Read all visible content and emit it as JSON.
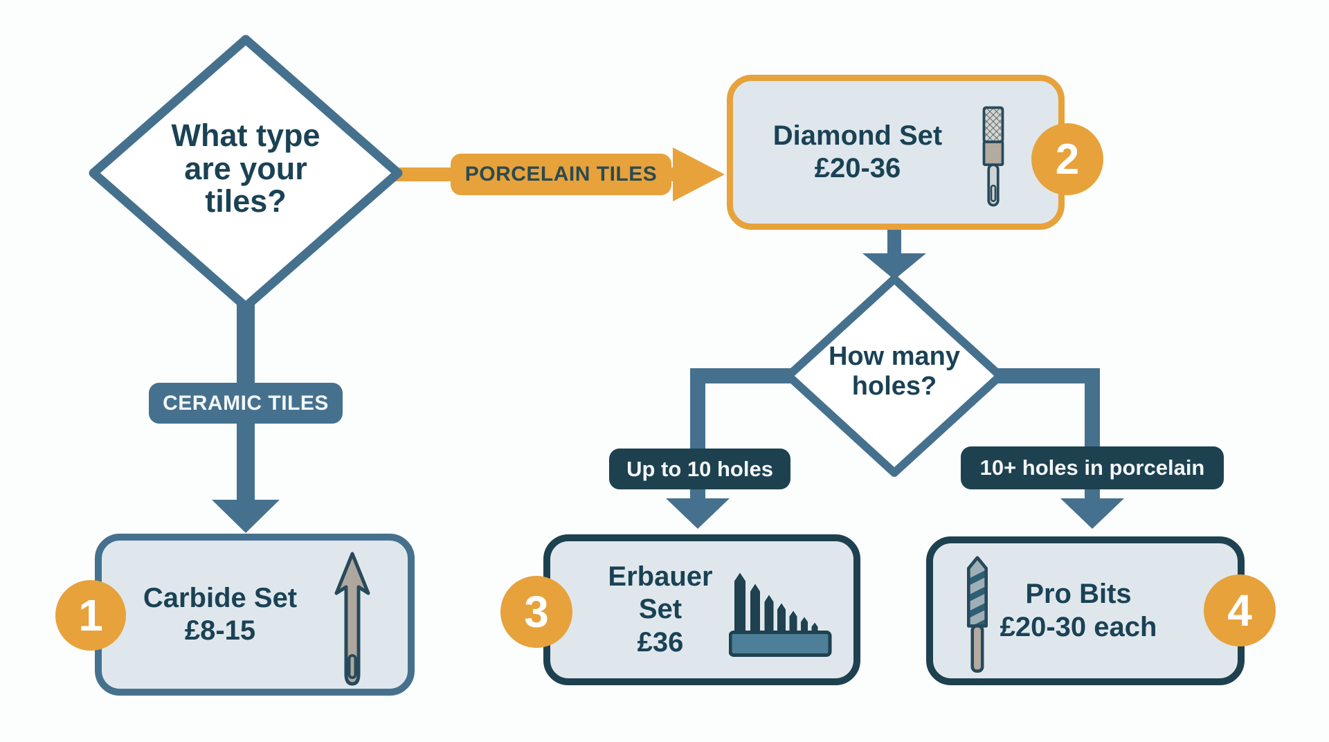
{
  "diagram": {
    "title_context": "Tile drilling bit decision flowchart",
    "colors": {
      "background": "#fcfdfd",
      "steel_blue": "#45718e",
      "dark_navy": "#1e4150",
      "orange": "#e7a23b",
      "box_fill": "#dfe7ed",
      "text_dark": "#1a4254",
      "label_text_light": "#f4f7f8"
    },
    "decision_1": {
      "lines": [
        "What type",
        "are your",
        "tiles?"
      ]
    },
    "decision_2": {
      "lines": [
        "How many",
        "holes?"
      ]
    },
    "edges": {
      "porcelain_label": "PORCELAIN TILES",
      "ceramic_label": "CERAMIC TILES",
      "up_to_10_label": "Up to 10 holes",
      "ten_plus_label": "10+ holes in porcelain"
    },
    "results": [
      {
        "badge": "1",
        "title": "Carbide Set",
        "price": "£8-15",
        "icon": "spear-point-bit-icon"
      },
      {
        "badge": "2",
        "title": "Diamond Set",
        "price": "£20-36",
        "icon": "diamond-core-bit-icon"
      },
      {
        "badge": "3",
        "title": "Erbauer Set",
        "price": "£36",
        "icon": "drill-bit-set-icon"
      },
      {
        "badge": "4",
        "title": "Pro Bits",
        "price": "£20-30 each",
        "icon": "twist-drill-bit-icon"
      }
    ]
  }
}
